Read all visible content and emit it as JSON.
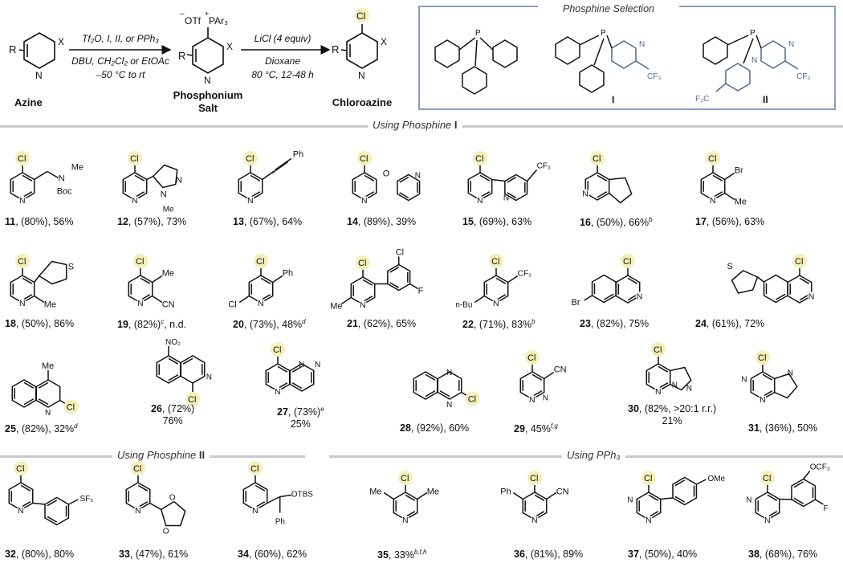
{
  "scheme": {
    "start_label": "Azine",
    "mid_label": "Phosphonium",
    "mid_label2": "Salt",
    "end_label": "Chloroazine",
    "arrow1_top": "Tf₂O, I, II, or PPh₃",
    "arrow1_mid": "DBU, CH₂Cl₂ or EtOAc",
    "arrow1_bot": "–50 °C to rt",
    "arrow2_top": "LiCl (4 equiv)",
    "arrow2_mid": "Dioxane",
    "arrow2_bot": "80 °C, 12-48 h",
    "otf": "OTf",
    "par3": "PAr₃",
    "phosphine_title": "Phosphine Selection",
    "phosphine_I": "I",
    "phosphine_II": "II"
  },
  "sections": {
    "s1_prefix": "Using Phosphine",
    "s1_id": "I",
    "s2_prefix": "Using Phosphine",
    "s2_id": "II",
    "s3": "Using PPh₃"
  },
  "compounds": [
    {
      "num": "11",
      "yields": ", (80%), 56%",
      "sup": ""
    },
    {
      "num": "12",
      "yields": ", (57%), 73%",
      "sup": ""
    },
    {
      "num": "13",
      "yields": ", (67%), 64%",
      "sup": ""
    },
    {
      "num": "14",
      "yields": ", (89%), 39%",
      "sup": ""
    },
    {
      "num": "15",
      "yields": ", (69%), 63%",
      "sup": ""
    },
    {
      "num": "16",
      "yields": ", (50%), 66%",
      "sup": "b"
    },
    {
      "num": "17",
      "yields": ", (56%), 63%",
      "sup": ""
    },
    {
      "num": "18",
      "yields": ", (50%), 86%",
      "sup": ""
    },
    {
      "num": "19",
      "yields": ", (82%)",
      "sup": "c",
      "tail": ", n.d."
    },
    {
      "num": "20",
      "yields": ", (73%), 48%",
      "sup": "d"
    },
    {
      "num": "21",
      "yields": ", (62%), 65%",
      "sup": ""
    },
    {
      "num": "22",
      "yields": ", (71%), 83%",
      "sup": "b"
    },
    {
      "num": "23",
      "yields": ", (82%), 75%",
      "sup": ""
    },
    {
      "num": "24",
      "yields": ", (61%), 72%",
      "sup": ""
    },
    {
      "num": "25",
      "yields": ", (82%), 32%",
      "sup": "d"
    },
    {
      "num": "26",
      "yields": ", (72%)",
      "line2": "76%"
    },
    {
      "num": "27",
      "yields": ", (73%)",
      "sup": "e",
      "line2": "25%"
    },
    {
      "num": "28",
      "yields": ", (92%), 60%",
      "sup": ""
    },
    {
      "num": "29",
      "yields": ", 45%",
      "sup": "f,g"
    },
    {
      "num": "30",
      "yields": ", (82%, >20:1 r.r.)",
      "line2": "21%"
    },
    {
      "num": "31",
      "yields": ", (36%), 50%",
      "sup": ""
    },
    {
      "num": "32",
      "yields": ", (80%), 80%",
      "sup": ""
    },
    {
      "num": "33",
      "yields": ", (47%), 61%",
      "sup": ""
    },
    {
      "num": "34",
      "yields": ", (60%), 62%",
      "sup": ""
    },
    {
      "num": "35",
      "yields": ", 33%",
      "sup": "b,f,h"
    },
    {
      "num": "36",
      "yields": ", (81%), 89%",
      "sup": ""
    },
    {
      "num": "37",
      "yields": ", (50%), 40%",
      "sup": ""
    },
    {
      "num": "38",
      "yields": ", (68%), 76%",
      "sup": ""
    }
  ],
  "atoms": {
    "cl": "Cl",
    "n": "N",
    "me": "Me",
    "boc": "Boc",
    "ph": "Ph",
    "o": "O",
    "s": "S",
    "br": "Br",
    "cn": "CN",
    "f": "F",
    "cf3": "CF₃",
    "nbu": "n-Bu",
    "no2": "NO₂",
    "ome": "OMe",
    "ocf3": "OCF₃",
    "otbs": "OTBS",
    "sf5": "SF₅",
    "r": "R",
    "x": "X",
    "p": "P",
    "f3c": "F₃C"
  },
  "colors": {
    "cl_highlight": "#f3f0b8",
    "phosphine_box": "#8da0bd",
    "blue_atoms": "#4c6a92",
    "rule": "#c9c9c9"
  }
}
